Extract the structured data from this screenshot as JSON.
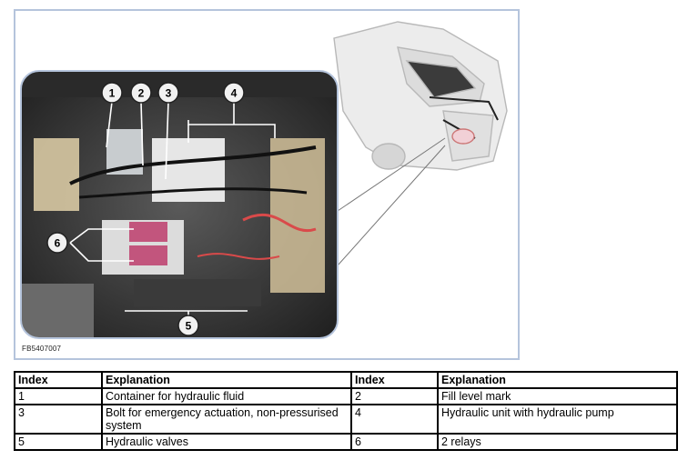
{
  "figure": {
    "figure_id": "FB5407007",
    "callouts": [
      "1",
      "2",
      "3",
      "4",
      "5",
      "6"
    ]
  },
  "table": {
    "headers": [
      "Index",
      "Explanation",
      "Index",
      "Explanation"
    ],
    "rows": [
      [
        "1",
        "Container for hydraulic fluid",
        "2",
        "Fill level mark"
      ],
      [
        "3",
        "Bolt for emergency actuation, non-pressurised system",
        "4",
        "Hydraulic unit with hydraulic pump"
      ],
      [
        "5",
        "Hydraulic valves",
        "6",
        "2 relays"
      ]
    ]
  }
}
